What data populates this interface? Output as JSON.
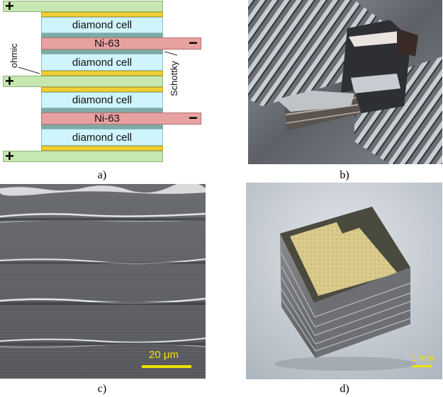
{
  "panel_a": {
    "cell_label": "diamond cell",
    "ni_label": "Ni-63",
    "plus_sign": "+",
    "minus_sign": "−",
    "ohmic_label": "ohmic",
    "schottky_label": "Schottky",
    "colors": {
      "electrode_green": "#c6e8b0",
      "contact_yellow": "#f2cf34",
      "diamond_cyan": "#cff4fb",
      "interlayer_teal": "#7fa9a3",
      "ni_pink": "#e8a1a1"
    }
  },
  "panel_c": {
    "scale_label": "20 μm"
  },
  "panel_d": {
    "scale_label": "1 mm"
  },
  "captions": {
    "a": "a)",
    "b": "b)",
    "c": "c)",
    "d": "d)"
  }
}
